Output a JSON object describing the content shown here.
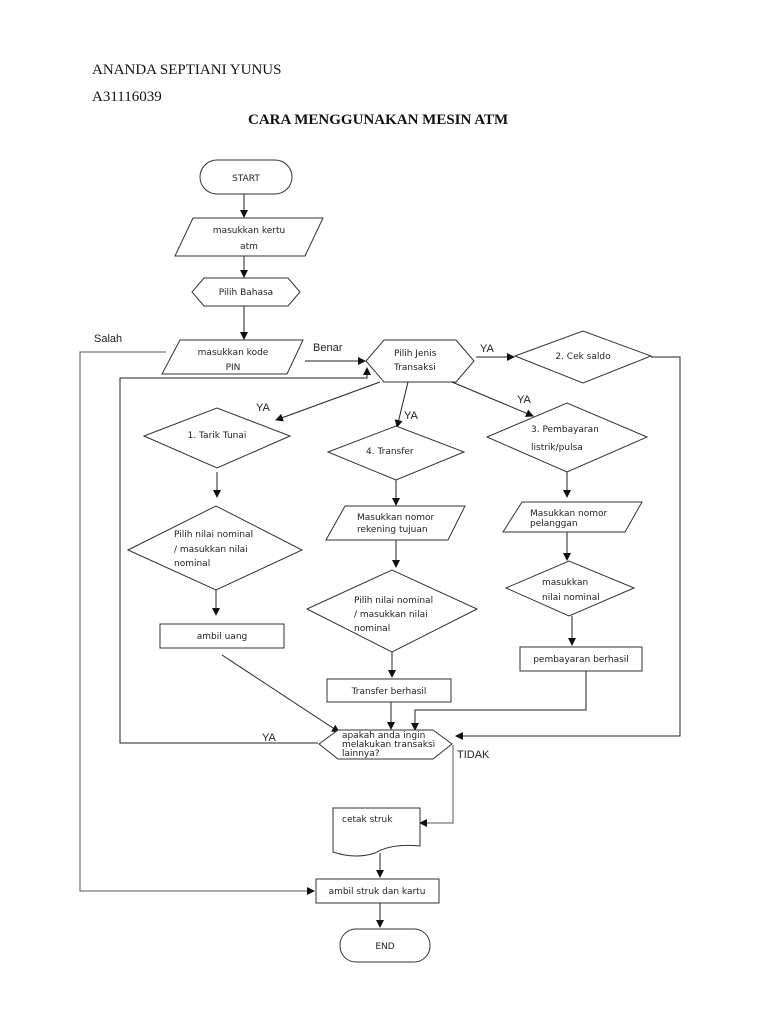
{
  "document": {
    "author": "ANANDA SEPTIANI YUNUS",
    "student_id": "A31116039",
    "title": "CARA MENGGUNAKAN MESIN ATM"
  },
  "flowchart": {
    "start": "START",
    "insert_card": [
      "masukkan kertu",
      "atm"
    ],
    "choose_language": "Pilih Bahasa",
    "enter_pin": [
      "masukkan kode",
      "PIN"
    ],
    "choose_transaction": [
      "Pilih Jenis",
      "Transaksi"
    ],
    "check_balance": "2. Cek saldo",
    "withdraw": "1. Tarik Tunai",
    "transfer": "4. Transfer",
    "payment": [
      "3. Pembayaran",
      "listrik/pulsa"
    ],
    "withdraw_amount": [
      "Pilih nilai nominal",
      "/ masukkan nilai",
      "nominal"
    ],
    "take_money": "ambil uang",
    "transfer_account": [
      "Masukkan nomor",
      "rekening tujuan"
    ],
    "transfer_amount": [
      "Pilih nilai nominal",
      "/ masukkan nilai",
      "nominal"
    ],
    "transfer_success": "Transfer berhasil",
    "customer_number": [
      "Masukkan nomor",
      "pelanggan"
    ],
    "payment_amount": [
      "masukkan",
      "nilai nominal"
    ],
    "payment_success": "pembayaran berhasil",
    "another_transaction": [
      "apakah anda ingin",
      "melakukan transaksi",
      "lainnya?"
    ],
    "print_receipt": "cetak struk",
    "take_receipt_card": "ambil struk dan kartu",
    "end": "END"
  },
  "edge_labels": {
    "wrong": "Salah",
    "correct": "Benar",
    "yes_check_balance": "YA",
    "yes_withdraw": "YA",
    "yes_transfer": "YA",
    "yes_payment": "YA",
    "yes_repeat": "YA",
    "no": "TIDAK"
  }
}
